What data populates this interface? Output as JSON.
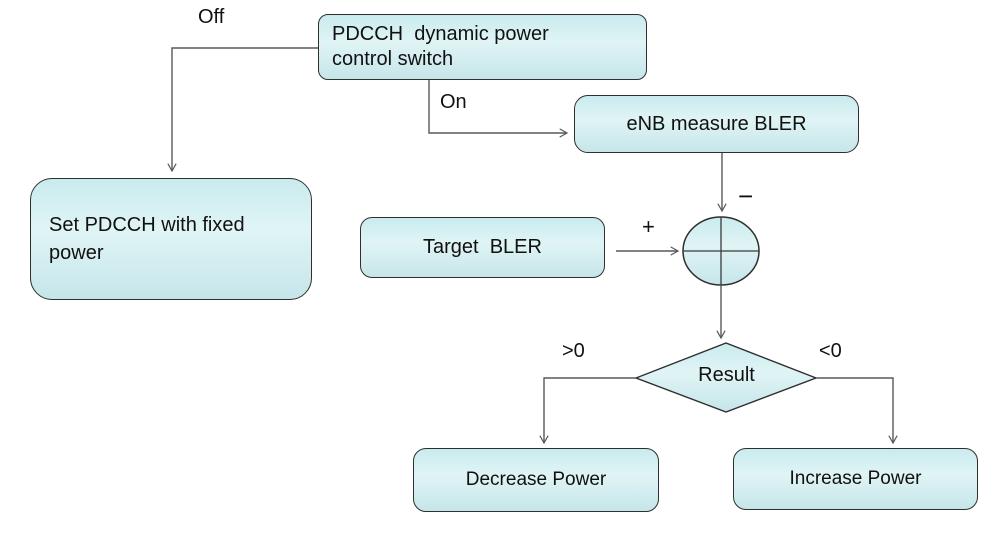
{
  "diagram": {
    "title": "PDCCH dynamic power control flowchart",
    "colors": {
      "node_fill_light": "#e0f4f5",
      "node_fill_dark": "#c6e6ea",
      "node_border": "#2f2f2f",
      "connector": "#595959",
      "text": "#111111",
      "background": "#ffffff"
    },
    "nodes": {
      "switch": {
        "lines": [
          "PDCCH  dynamic power",
          "control switch"
        ]
      },
      "fixed": {
        "lines": [
          "Set PDCCH with fixed",
          "power"
        ]
      },
      "enb": {
        "label": "eNB measure BLER"
      },
      "target": {
        "label": "Target  BLER"
      },
      "result": {
        "label": "Result"
      },
      "decrease": {
        "label": "Decrease Power"
      },
      "increase": {
        "label": "Increase Power"
      }
    },
    "edge_labels": {
      "off": "Off",
      "on": "On",
      "plus": "+",
      "minus": "−",
      "greater_than_zero": ">0",
      "less_than_zero": "<0"
    }
  }
}
